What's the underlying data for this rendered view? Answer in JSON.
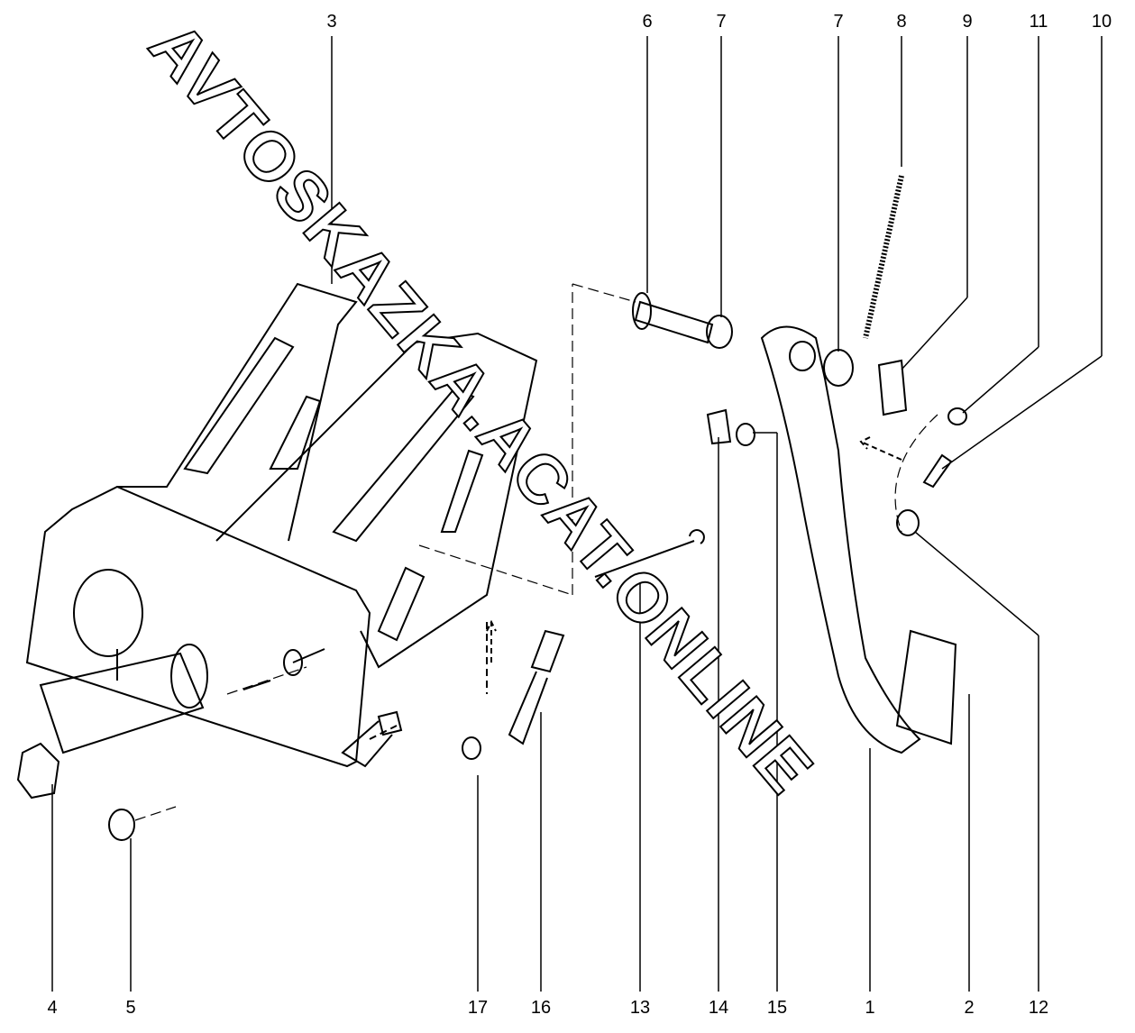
{
  "watermark": "AVTOSKAZKA.ACAT.ONLINE",
  "callouts": {
    "top": [
      "3",
      "6",
      "7",
      "7",
      "8",
      "9",
      "11",
      "10"
    ],
    "bottom": [
      "4",
      "5",
      "17",
      "16",
      "13",
      "14",
      "15",
      "1",
      "2",
      "12"
    ]
  }
}
